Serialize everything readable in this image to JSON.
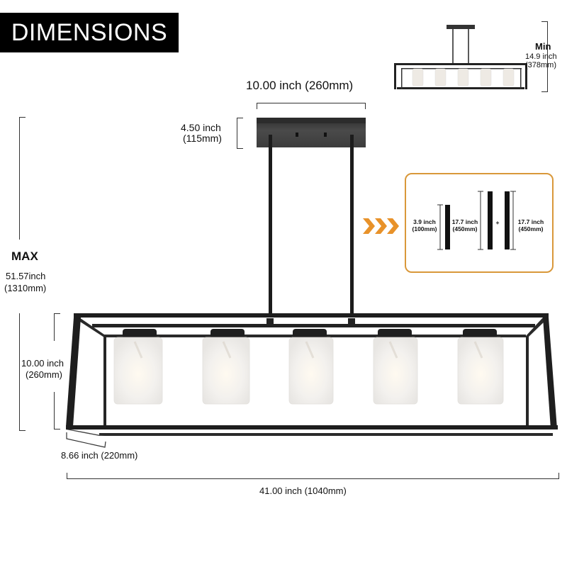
{
  "title": "DIMENSIONS",
  "canopy": {
    "width_label": "10.00 inch (260mm)",
    "depth_label_line1": "4.50 inch",
    "depth_label_line2": "(115mm)"
  },
  "max_height": {
    "heading": "MAX",
    "line1": "51.57inch",
    "line2": "(1310mm)"
  },
  "min_height": {
    "heading": "Min",
    "line1": "14.9 inch",
    "line2": "(378mm)"
  },
  "frame_height": {
    "line1": "10.00 inch",
    "line2": "(260mm)"
  },
  "frame_depth_label": "8.66 inch (220mm)",
  "frame_length_label": "41.00 inch (1040mm)",
  "rods": {
    "arrow_icon": "triple-chevron-right",
    "arrow_color": "#e8922a",
    "border_color": "#d9983a",
    "items": [
      {
        "line1": "3.9 inch",
        "line2": "(100mm)"
      },
      {
        "line1": "17.7 inch",
        "line2": "(450mm)"
      },
      {
        "line1": "17.7 inch",
        "line2": "(450mm)"
      }
    ],
    "plus": "+"
  },
  "fixture": {
    "shade_count": 5,
    "frame_color": "#1e1e1e",
    "shade_color": "#f3f1ee"
  }
}
